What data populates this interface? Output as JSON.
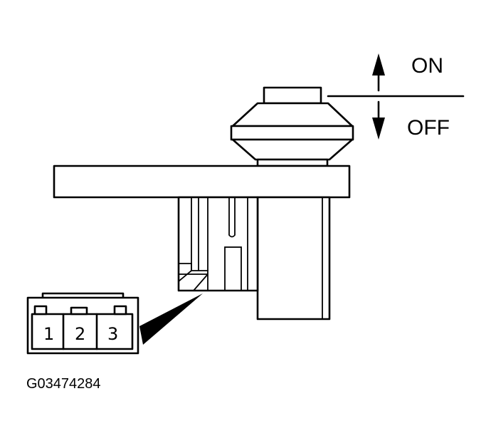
{
  "switch_positions": {
    "on_label": "ON",
    "off_label": "OFF"
  },
  "connector": {
    "pins": [
      "1",
      "2",
      "3"
    ]
  },
  "figure_code": "G03474284"
}
